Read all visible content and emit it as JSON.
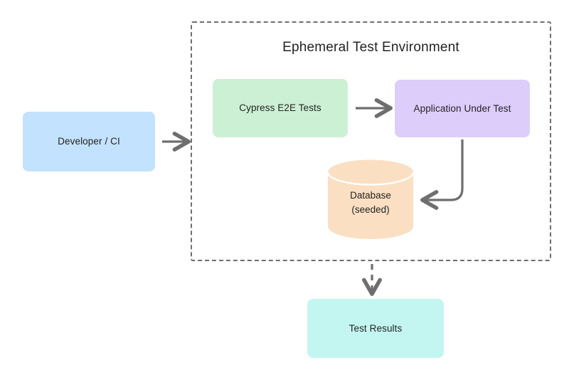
{
  "diagram": {
    "title": "Ephemeral Test Environment",
    "background_color": "#ffffff",
    "boundary": {
      "label": "Ephemeral Test Environment",
      "style": "dashed",
      "stroke_color": "#6e6e6e"
    },
    "nodes": [
      {
        "id": "developer",
        "label": "Developer / CI",
        "shape": "rounded-rect",
        "fill": "#c3e2fd",
        "inside_boundary": false
      },
      {
        "id": "cypress",
        "label": "Cypress E2E Tests",
        "shape": "rounded-rect",
        "fill": "#ccf0d4",
        "inside_boundary": true
      },
      {
        "id": "aut",
        "label": "Application Under Test",
        "shape": "rounded-rect",
        "fill": "#ddcdfb",
        "inside_boundary": true
      },
      {
        "id": "database",
        "label": "Database\n(seeded)",
        "shape": "cylinder",
        "fill": "#fbdfc3",
        "inside_boundary": true
      },
      {
        "id": "results",
        "label": "Test Results",
        "shape": "rounded-rect",
        "fill": "#c3f6f0",
        "inside_boundary": false
      }
    ],
    "edges": [
      {
        "id": "developer-to-boundary",
        "from": "developer",
        "to": "boundary",
        "style": "solid",
        "label": "",
        "color": "#6e6e6e"
      },
      {
        "id": "cypress-to-aut",
        "from": "cypress",
        "to": "aut",
        "style": "solid",
        "label": "",
        "color": "#6e6e6e"
      },
      {
        "id": "aut-to-database",
        "from": "aut",
        "to": "database",
        "style": "solid",
        "label": "",
        "color": "#6e6e6e"
      },
      {
        "id": "boundary-to-results",
        "from": "boundary",
        "to": "results",
        "style": "dashed",
        "label": "",
        "color": "#6e6e6e"
      }
    ]
  }
}
